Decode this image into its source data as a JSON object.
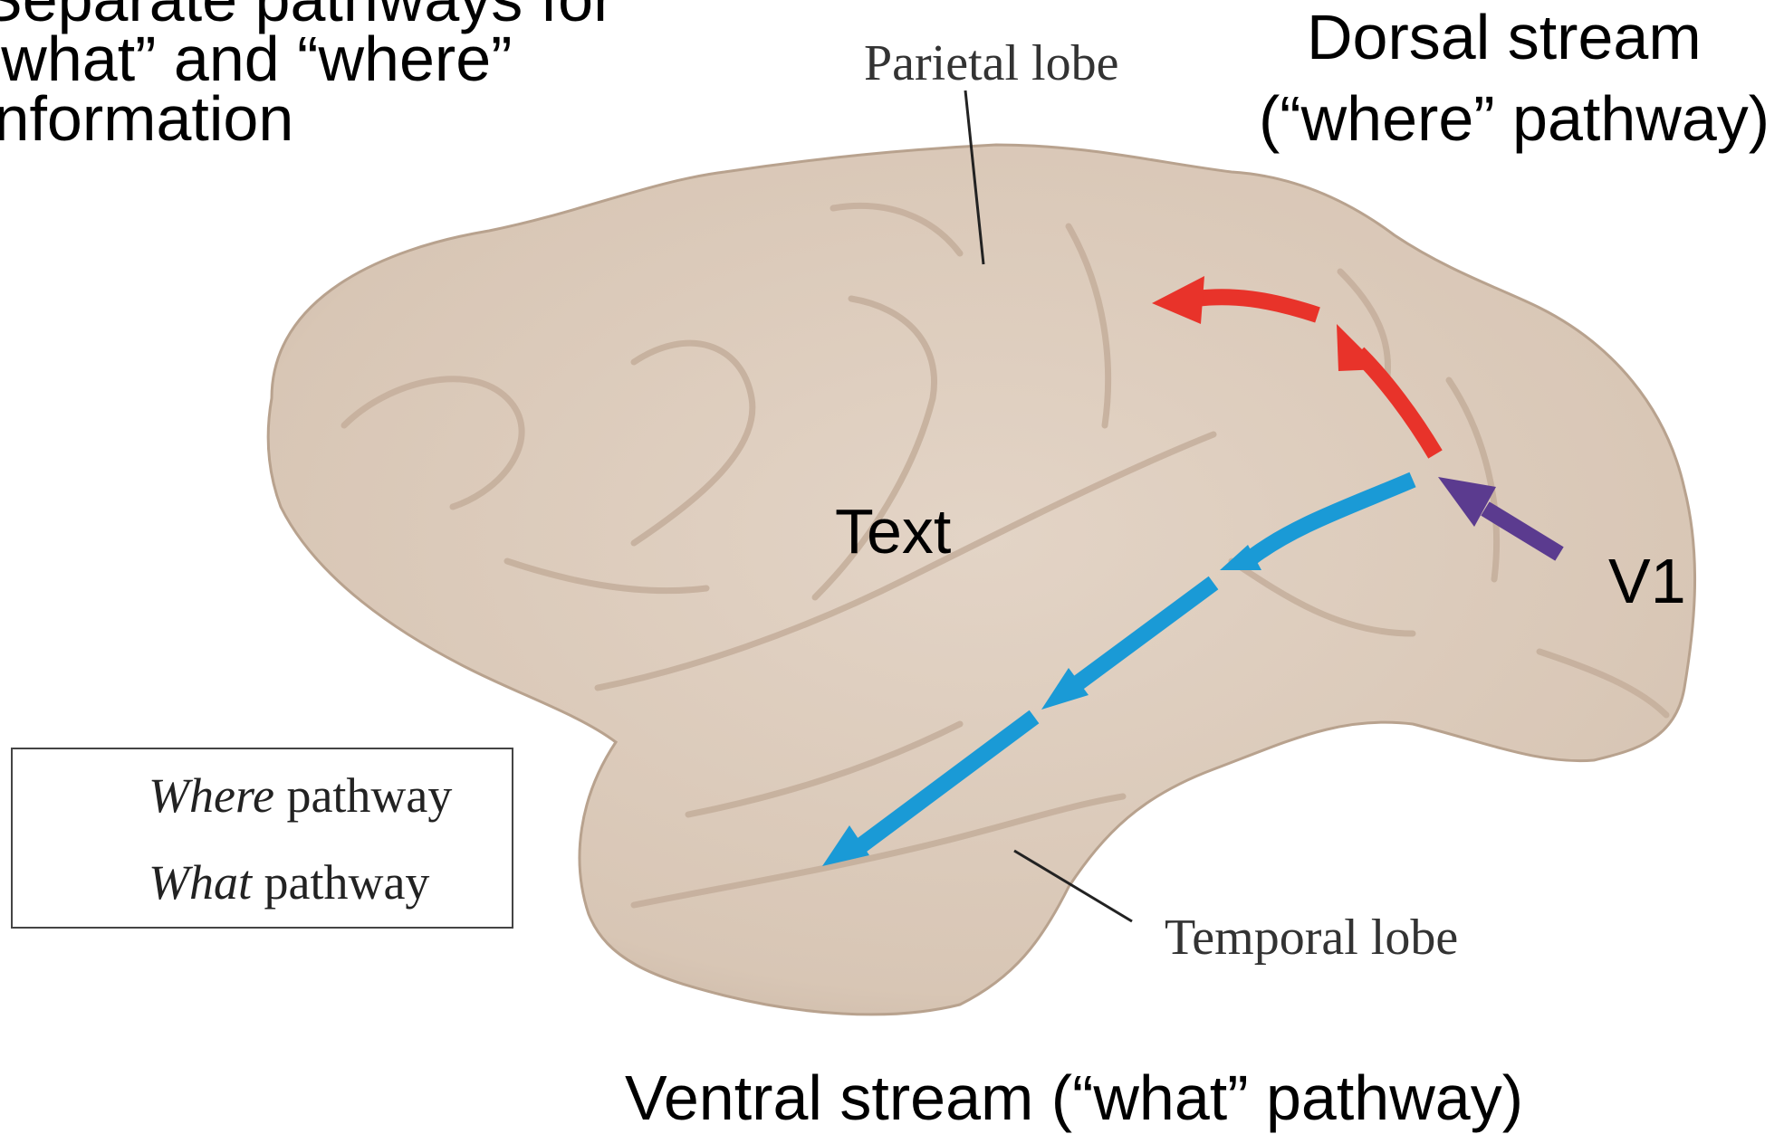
{
  "title": {
    "intro_lines": [
      "Separate pathways for",
      "“what” and “where”",
      "information"
    ],
    "dorsal_line1": "Dorsal stream",
    "dorsal_line2": "(“where” pathway)",
    "ventral": "Ventral stream (“what” pathway)"
  },
  "labels": {
    "parietal": "Parietal lobe",
    "temporal": "Temporal lobe",
    "v1": "V1",
    "placeholder": "Text"
  },
  "legend": {
    "where_italic": "Where",
    "where_rest": "pathway",
    "what_italic": "What",
    "what_rest": "pathway"
  },
  "colors": {
    "where_pathway": "#e8332a",
    "what_pathway": "#1a9ad6",
    "v1_input": "#5b3b8f",
    "brain": "#dccbbb"
  }
}
